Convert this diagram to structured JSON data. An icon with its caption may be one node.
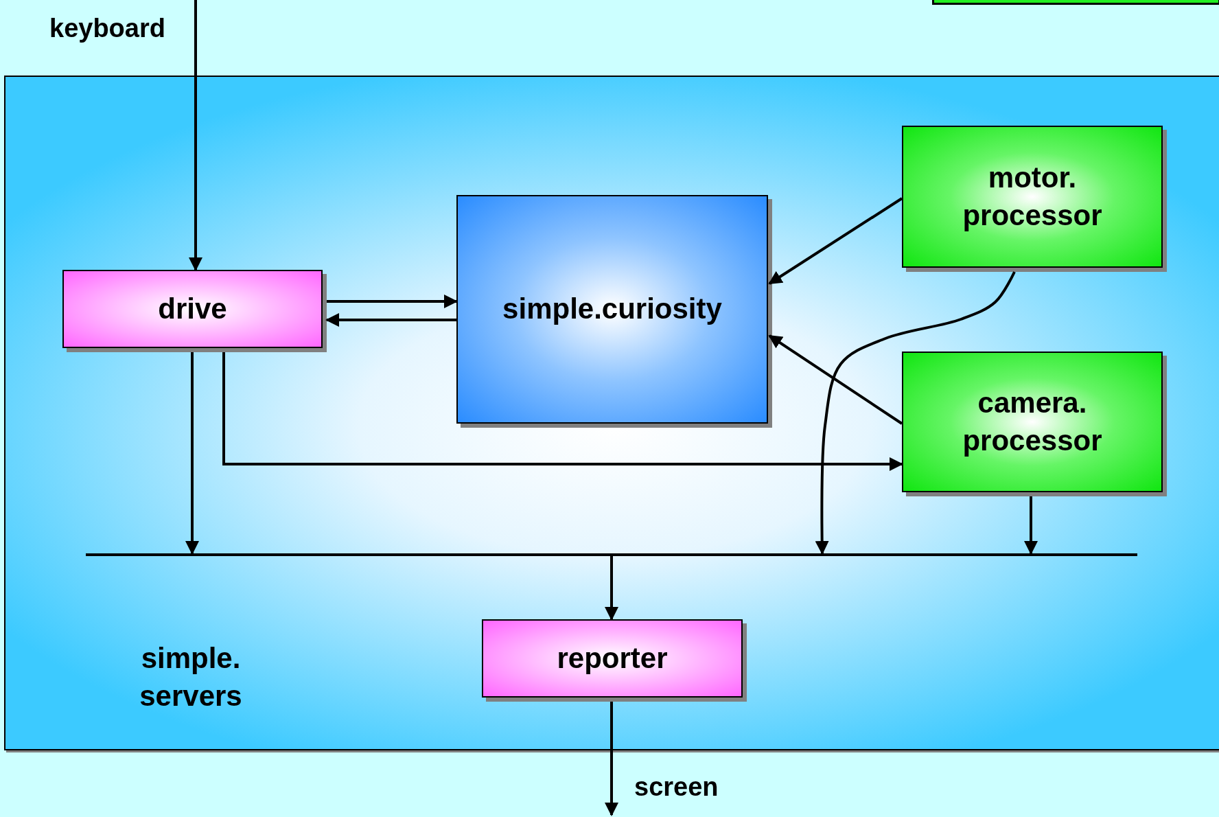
{
  "diagram": {
    "nodes": [
      {
        "text": [
          "simple. servers"
        ]
      },
      {
        "text": [
          "drive"
        ],
        "in": 0
      },
      {
        "text": [
          "simple.curiosity"
        ],
        "in": 0
      },
      {
        "text": [
          "motor. processor"
        ],
        "in": 0
      },
      {
        "text": [
          "camera. processor"
        ],
        "in": 0
      },
      {
        "text": [
          "reporter"
        ],
        "in": 0
      },
      {
        "text": [],
        "shape": "bar",
        "in": 0
      }
    ],
    "edges": [
      {
        "from": null,
        "to": 1,
        "arrow": "to"
      },
      {
        "from": 1,
        "to": 2,
        "arrow": "to"
      },
      {
        "from": 2,
        "to": 1,
        "arrow": "to"
      },
      {
        "from": 3,
        "to": 2,
        "arrow": "to"
      },
      {
        "from": 4,
        "to": 2,
        "arrow": "to"
      },
      {
        "from": 1,
        "to": 4,
        "arrow": "to"
      },
      {
        "from": 1,
        "to": 6,
        "arrow": "to"
      },
      {
        "from": 3,
        "to": 6,
        "arrow": "to"
      },
      {
        "from": 4,
        "to": 6,
        "arrow": "to"
      },
      {
        "from": 6,
        "to": 5,
        "arrow": "to"
      },
      {
        "from": 5,
        "to": null,
        "arrow": "to"
      }
    ],
    "labels": [
      "keyboard",
      "screen"
    ]
  }
}
